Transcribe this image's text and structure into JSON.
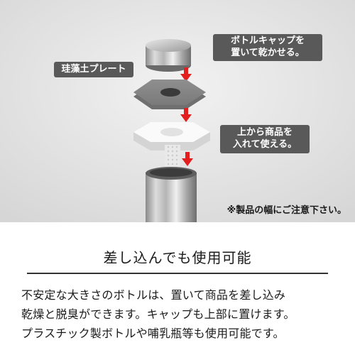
{
  "callouts": {
    "cap_line1": "ボトルキャップを",
    "cap_line2": "置いて乾かせる。",
    "plate": "珪藻土プレート",
    "use_line1": "上から商品を",
    "use_line2": "入れて使える。"
  },
  "note": "※製品の幅にご注意下さい。",
  "heading": "差し込んでも使用可能",
  "description": {
    "line1": "不安定な大きさのボトルは、置いて商品を差し込み",
    "line2": "乾燥と脱臭ができます。キャップも上部に置けます。",
    "line3": "プラスチック製ボトルや哺乳瓶等も使用可能です。"
  },
  "colors": {
    "arrow": "#e41e1e",
    "callout_bg": "#595959",
    "background": "#ffffff"
  }
}
